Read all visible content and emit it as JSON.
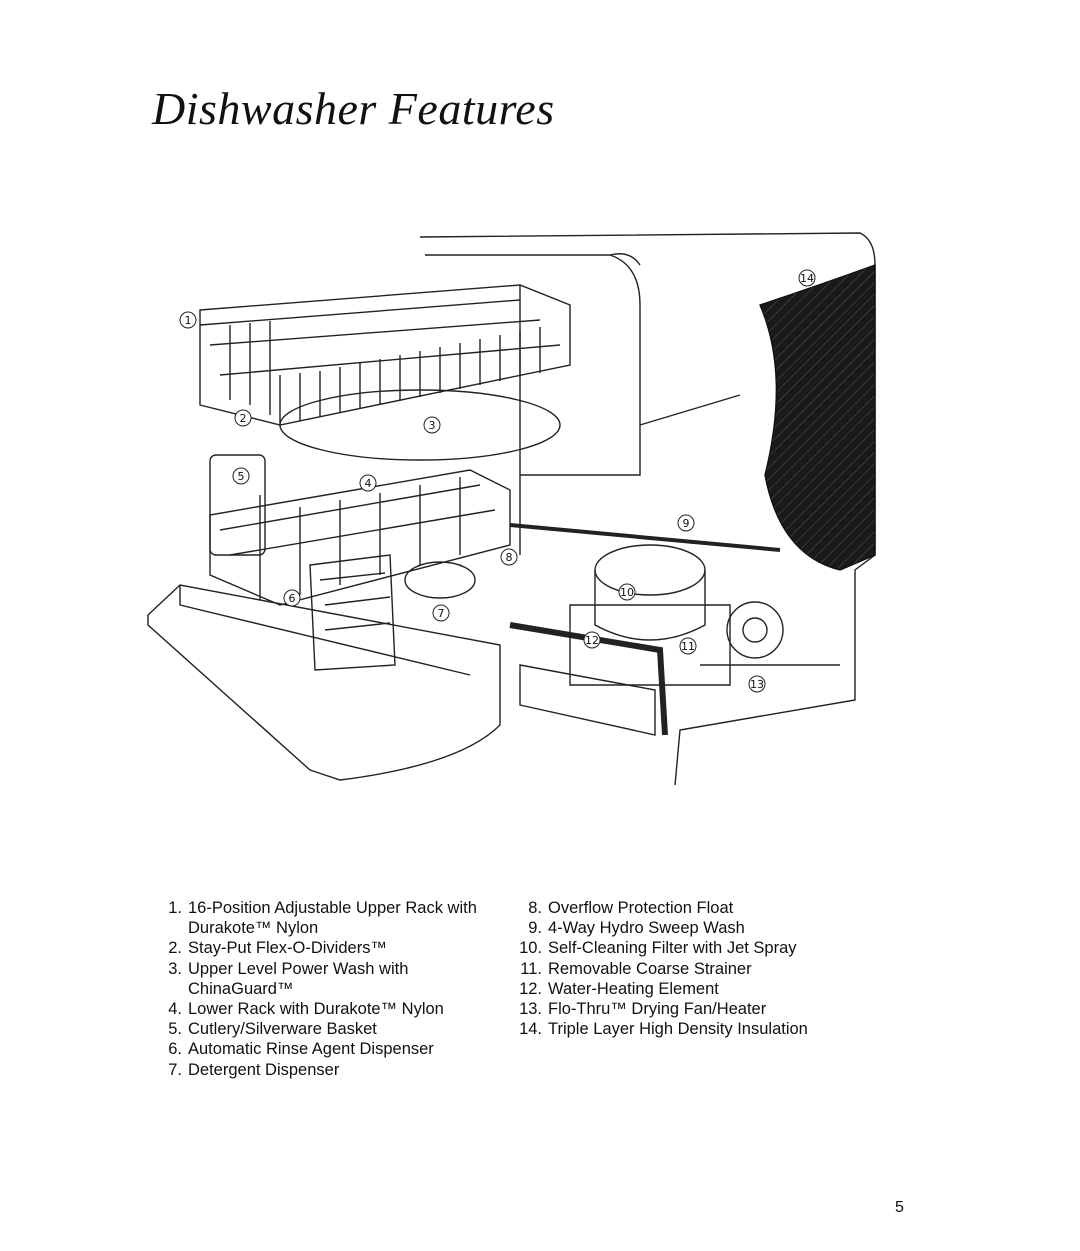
{
  "page": {
    "title": "Dishwasher Features",
    "page_number": "5"
  },
  "callouts": [
    "1",
    "2",
    "3",
    "4",
    "5",
    "6",
    "7",
    "8",
    "9",
    "10",
    "11",
    "12",
    "13",
    "14"
  ],
  "features_left": [
    {
      "num": "1.",
      "text": "16-Position Adjustable Upper Rack with Durakote™ Nylon"
    },
    {
      "num": "2.",
      "text": "Stay-Put Flex-O-Dividers™"
    },
    {
      "num": "3.",
      "text": "Upper Level Power Wash with ChinaGuard™"
    },
    {
      "num": "4.",
      "text": "Lower Rack with Durakote™ Nylon"
    },
    {
      "num": "5.",
      "text": "Cutlery/Silverware Basket"
    },
    {
      "num": "6.",
      "text": "Automatic Rinse Agent Dispenser"
    },
    {
      "num": "7.",
      "text": "Detergent Dispenser"
    }
  ],
  "features_right": [
    {
      "num": "8.",
      "text": "Overflow Protection Float"
    },
    {
      "num": "9.",
      "text": "4-Way Hydro Sweep Wash"
    },
    {
      "num": "10.",
      "text": "Self-Cleaning Filter with Jet Spray"
    },
    {
      "num": "11.",
      "text": "Removable Coarse Strainer"
    },
    {
      "num": "12.",
      "text": "Water-Heating Element"
    },
    {
      "num": "13.",
      "text": "Flo-Thru™ Drying Fan/Heater"
    },
    {
      "num": "14.",
      "text": "Triple Layer High Density Insulation"
    }
  ]
}
